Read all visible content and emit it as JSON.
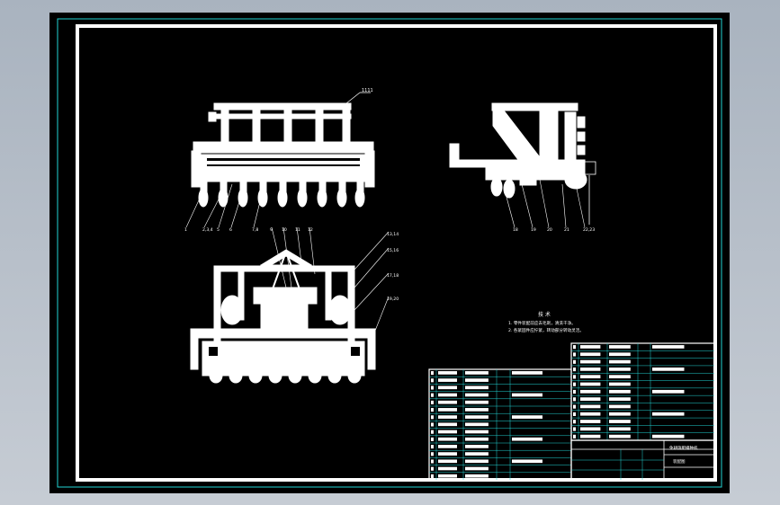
{
  "colors": {
    "background": "#b6bec8",
    "sheet": "#000000",
    "frame": "#22d3d3",
    "drawing": "#ffffff",
    "table_grid": "#22d3d3"
  },
  "views": {
    "front_view": {
      "callout_top": "1111",
      "bottom_callouts": [
        "1",
        "2,3,4",
        "5",
        "6",
        "7,8"
      ]
    },
    "side_view": {
      "bottom_callouts": [
        "18",
        "19",
        "20",
        "21",
        "22,23"
      ]
    },
    "top_view": {
      "top_callouts": [
        "9",
        "10",
        "11",
        "12"
      ],
      "right_callouts": [
        "13,14",
        "15,16",
        "17,18",
        "19,20"
      ]
    }
  },
  "tech_requirements": {
    "title": "技 术",
    "lines": [
      "1. 零件装配前应去毛刺，清洗干净。",
      "2. 各紧固件应拧紧，转动部分转动灵活。"
    ]
  },
  "title_block": {
    "title_label": "免耕施肥播种机",
    "drawing_number": "装配图"
  }
}
